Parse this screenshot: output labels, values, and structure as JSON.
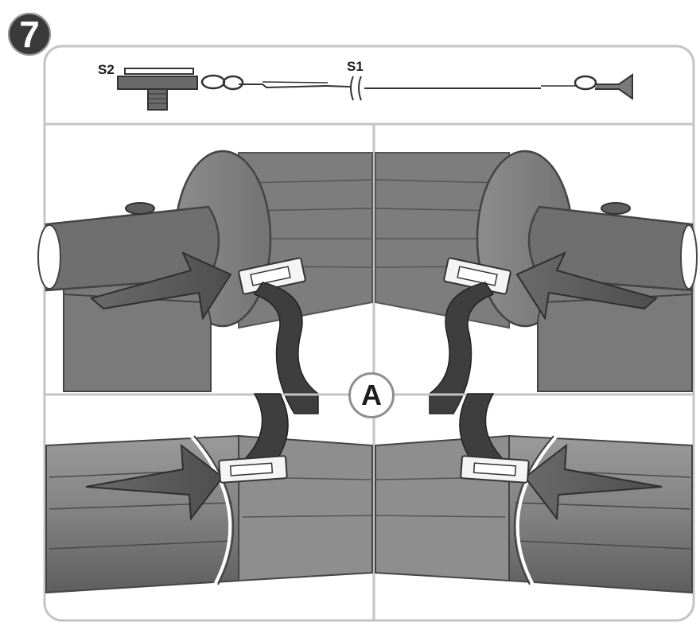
{
  "step": {
    "number": "7"
  },
  "parts": {
    "s1": "S1",
    "s2": "S2"
  },
  "detail_label": "A",
  "colors": {
    "pipe_dark": "#6c6c6c",
    "pipe_mid": "#8a8a8a",
    "pipe_light": "#a6a6a6",
    "strap": "#3a3a3a",
    "clip": "#f2f2f2",
    "frame": "#c8c8c8",
    "badge": "#3a3a3a"
  }
}
